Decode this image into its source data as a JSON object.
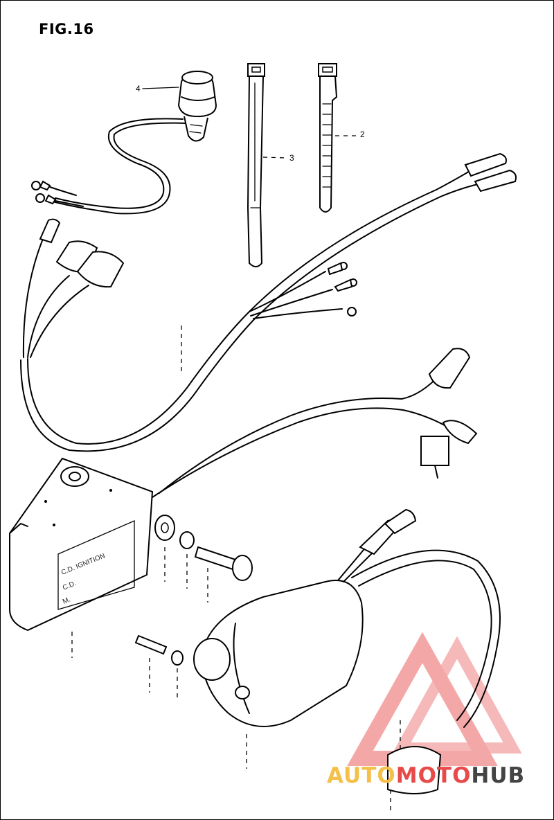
{
  "figure": {
    "title": "FIG.16",
    "callouts": [
      {
        "number": "4",
        "part": "kill switch"
      },
      {
        "number": "3",
        "part": "long cable tie"
      },
      {
        "number": "2",
        "part": "cable tie"
      }
    ],
    "cdi_label": {
      "line1": "C.D. IGNITION",
      "line2": "C.D.",
      "line3": "M."
    }
  },
  "watermark": {
    "part1": "AUTO",
    "part2": "MOTO",
    "part3": "HUB",
    "colors": {
      "part1": "#f5c04a",
      "part2": "#e84a4a",
      "part3": "#444444",
      "logo": "#f08a8a"
    }
  }
}
